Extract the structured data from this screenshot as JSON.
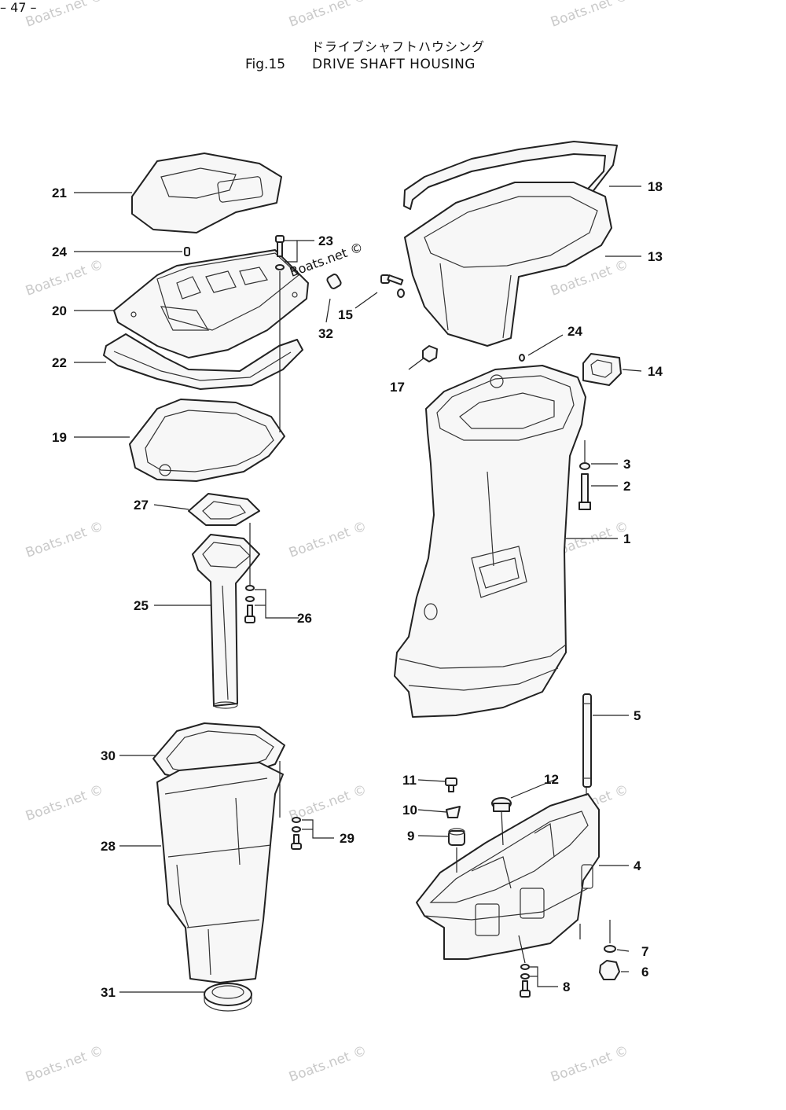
{
  "header": {
    "title_ja": "ドライブシャフトハウシング",
    "figure": "Fig.15",
    "title_en": "DRIVE SHAFT HOUSING"
  },
  "watermark": "Boats.net ©",
  "page_number": "– 47 –",
  "parts": {
    "p1": "1",
    "p2": "2",
    "p3": "3",
    "p4": "4",
    "p5": "5",
    "p6": "6",
    "p7": "7",
    "p8": "8",
    "p9": "9",
    "p10": "10",
    "p11": "11",
    "p12": "12",
    "p13": "13",
    "p14": "14",
    "p15": "15",
    "p17": "17",
    "p18": "18",
    "p19": "19",
    "p20": "20",
    "p21": "21",
    "p22": "22",
    "p23": "23",
    "p24a": "24",
    "p24b": "24",
    "p25": "25",
    "p26": "26",
    "p27": "27",
    "p28": "28",
    "p29": "29",
    "p30": "30",
    "p31": "31",
    "p32": "32"
  }
}
